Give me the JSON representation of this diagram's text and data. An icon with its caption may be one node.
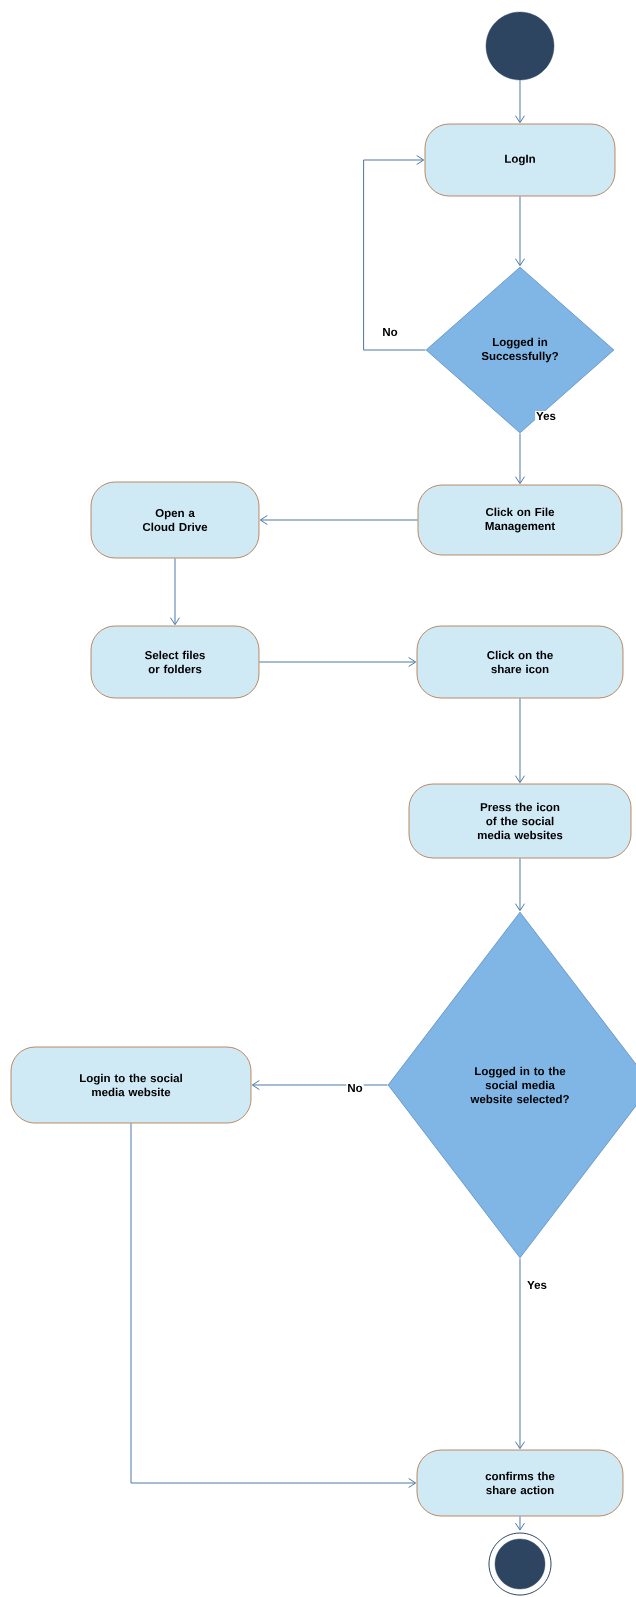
{
  "diagram": {
    "nodes": [
      {
        "text": [],
        "shape": "circle"
      },
      {
        "text": [
          "LogIn"
        ]
      },
      {
        "text": [
          "Logged in Successfully?"
        ]
      },
      {
        "text": [
          "Click on File Management"
        ]
      },
      {
        "text": [
          "Open a Cloud Drive"
        ]
      },
      {
        "text": [
          "Select files or folders"
        ]
      },
      {
        "text": [
          "Click on the share icon"
        ]
      },
      {
        "text": [
          "Press the icon of the social media websites"
        ]
      },
      {
        "text": [
          "Logged in to the social media website selected?"
        ]
      },
      {
        "text": [
          "Login to the social media website"
        ]
      },
      {
        "text": [
          "confirms the share action"
        ]
      },
      {
        "text": [],
        "shape": "circle"
      }
    ],
    "edges": [
      {
        "from": 0,
        "to": 1,
        "arrow": "to"
      },
      {
        "from": 1,
        "to": 2,
        "arrow": "to"
      },
      {
        "from": 2,
        "to": 1,
        "arrow": "to",
        "label": "No"
      },
      {
        "from": 2,
        "to": 3,
        "arrow": "to",
        "label": "Yes"
      },
      {
        "from": 3,
        "to": 4,
        "arrow": "to"
      },
      {
        "from": 4,
        "to": 5,
        "arrow": "to"
      },
      {
        "from": 5,
        "to": 6,
        "arrow": "to"
      },
      {
        "from": 6,
        "to": 7,
        "arrow": "to"
      },
      {
        "from": 7,
        "to": 8,
        "arrow": "to"
      },
      {
        "from": 8,
        "to": 9,
        "arrow": "to",
        "label": "No"
      },
      {
        "from": 8,
        "to": 10,
        "arrow": "to",
        "label": "Yes"
      },
      {
        "from": 9,
        "to": 10,
        "arrow": "to"
      },
      {
        "from": 10,
        "to": 11,
        "arrow": "to"
      }
    ]
  }
}
